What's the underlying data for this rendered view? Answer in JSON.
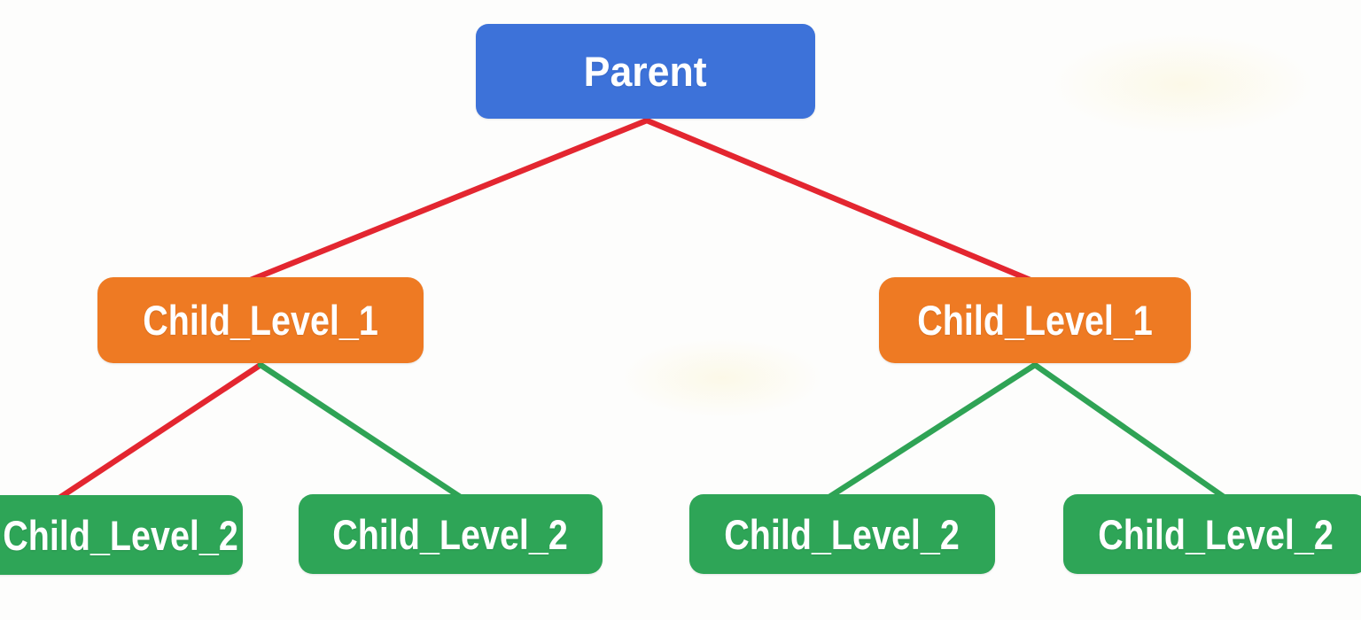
{
  "diagram": {
    "background_color": "#fdfdfc",
    "nodes": {
      "parent": {
        "label": "Parent",
        "color": "#3d72d9"
      },
      "child1_left": {
        "label": "Child_Level_1",
        "color": "#ee7a23"
      },
      "child1_right": {
        "label": "Child_Level_1",
        "color": "#ee7a23"
      },
      "child2_1": {
        "label": "Child_Level_2",
        "color": "#2ea557"
      },
      "child2_2": {
        "label": "Child_Level_2",
        "color": "#2ea557"
      },
      "child2_3": {
        "label": "Child_Level_2",
        "color": "#2ea557"
      },
      "child2_4": {
        "label": "Child_Level_2",
        "color": "#2ea557"
      }
    },
    "edges": [
      {
        "from": "parent",
        "to": "child1_left",
        "color": "#e32630"
      },
      {
        "from": "parent",
        "to": "child1_right",
        "color": "#e32630"
      },
      {
        "from": "child1_left",
        "to": "child2_1",
        "color": "#e32630"
      },
      {
        "from": "child1_left",
        "to": "child2_2",
        "color": "#2fa355"
      },
      {
        "from": "child1_right",
        "to": "child2_3",
        "color": "#2fa355"
      },
      {
        "from": "child1_right",
        "to": "child2_4",
        "color": "#2fa355"
      }
    ]
  }
}
